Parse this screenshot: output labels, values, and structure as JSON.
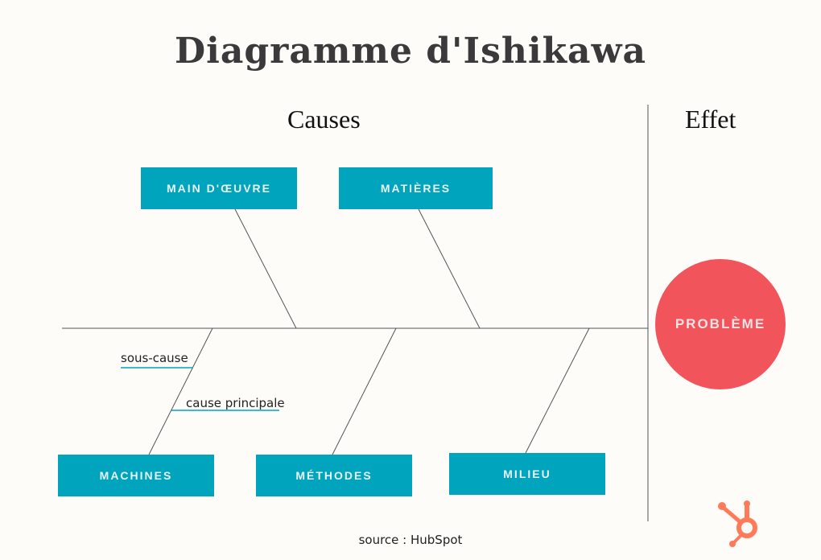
{
  "title": "Diagramme d'Ishikawa",
  "headers": {
    "causes": "Causes",
    "effet": "Effet"
  },
  "causes_top": [
    {
      "label": "MAIN D'ŒUVRE"
    },
    {
      "label": "MATIÈRES"
    }
  ],
  "causes_bottom": [
    {
      "label": "MACHINES"
    },
    {
      "label": "MÉTHODES"
    },
    {
      "label": "MILIEU"
    }
  ],
  "effect": {
    "label": "PROBLÈME"
  },
  "annotations": {
    "sub_cause": "sous-cause",
    "main_cause": "cause principale"
  },
  "source": "source : HubSpot",
  "colors": {
    "box": "#00a4bd",
    "problem": "#f2545b",
    "annotation_line": "#00a4bd",
    "logo": "#ff7a59"
  },
  "icons": {
    "logo": "hubspot-logo-icon"
  }
}
